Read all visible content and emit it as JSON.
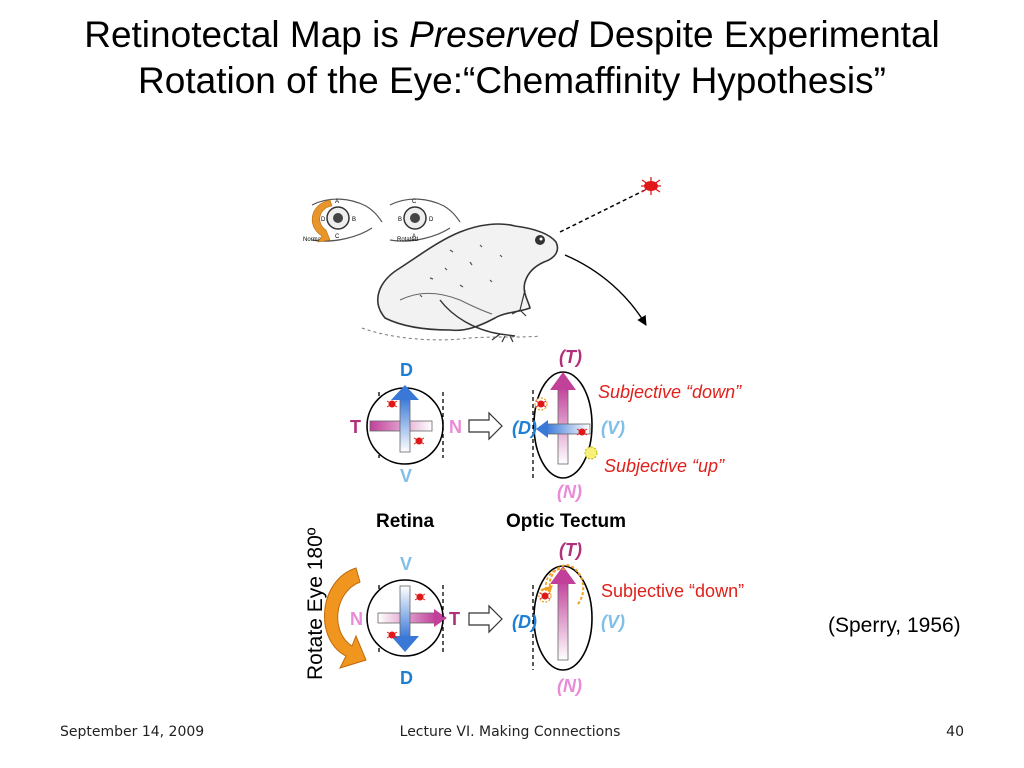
{
  "slide": {
    "title_line1_before": "Retinotectal Map is ",
    "title_line1_emph": "Preserved",
    "title_line1_after": " Despite Experimental",
    "title_line2": "Rotation of the Eye:“Chemaffinity Hypothesis”",
    "citation": "(Sperry, 1956)",
    "rotate_label": "Rotate Eye 180º"
  },
  "inset": {
    "normal_label": "Normal",
    "rotated_label": "Rotated",
    "normal_letters": [
      "A",
      "B",
      "C",
      "D"
    ],
    "rotated_letters": [
      "C",
      "D",
      "A",
      "B"
    ]
  },
  "diagram": {
    "retina_label": "Retina",
    "tectum_label": "Optic Tectum",
    "top_row": {
      "retina_d": "D",
      "retina_v": "V",
      "retina_t": "T",
      "retina_n": "N",
      "tectum_t": "(T)",
      "tectum_n": "(N)",
      "tectum_d": "(D)",
      "tectum_v": "(V)",
      "label_down": "Subjective “down”",
      "label_up": "Subjective “up”"
    },
    "bottom_row": {
      "retina_v": "V",
      "retina_d": "D",
      "retina_n": "N",
      "retina_t": "T",
      "tectum_t": "(T)",
      "tectum_n": "(N)",
      "tectum_d": "(D)",
      "tectum_v": "(V)",
      "label_down": "Subjective “down”"
    }
  },
  "colors": {
    "dorsal_blue": "#1f7fd4",
    "temporal_magenta": "#b0307a",
    "nasal_pink": "#e98bd6",
    "ventral_lightblue": "#7fbfe8",
    "subjective_red": "#e0201a",
    "rotate_orange": "#f0961e"
  },
  "footer": {
    "date": "September 14, 2009",
    "lecture": "Lecture VI. Making Connections",
    "page": "40"
  }
}
